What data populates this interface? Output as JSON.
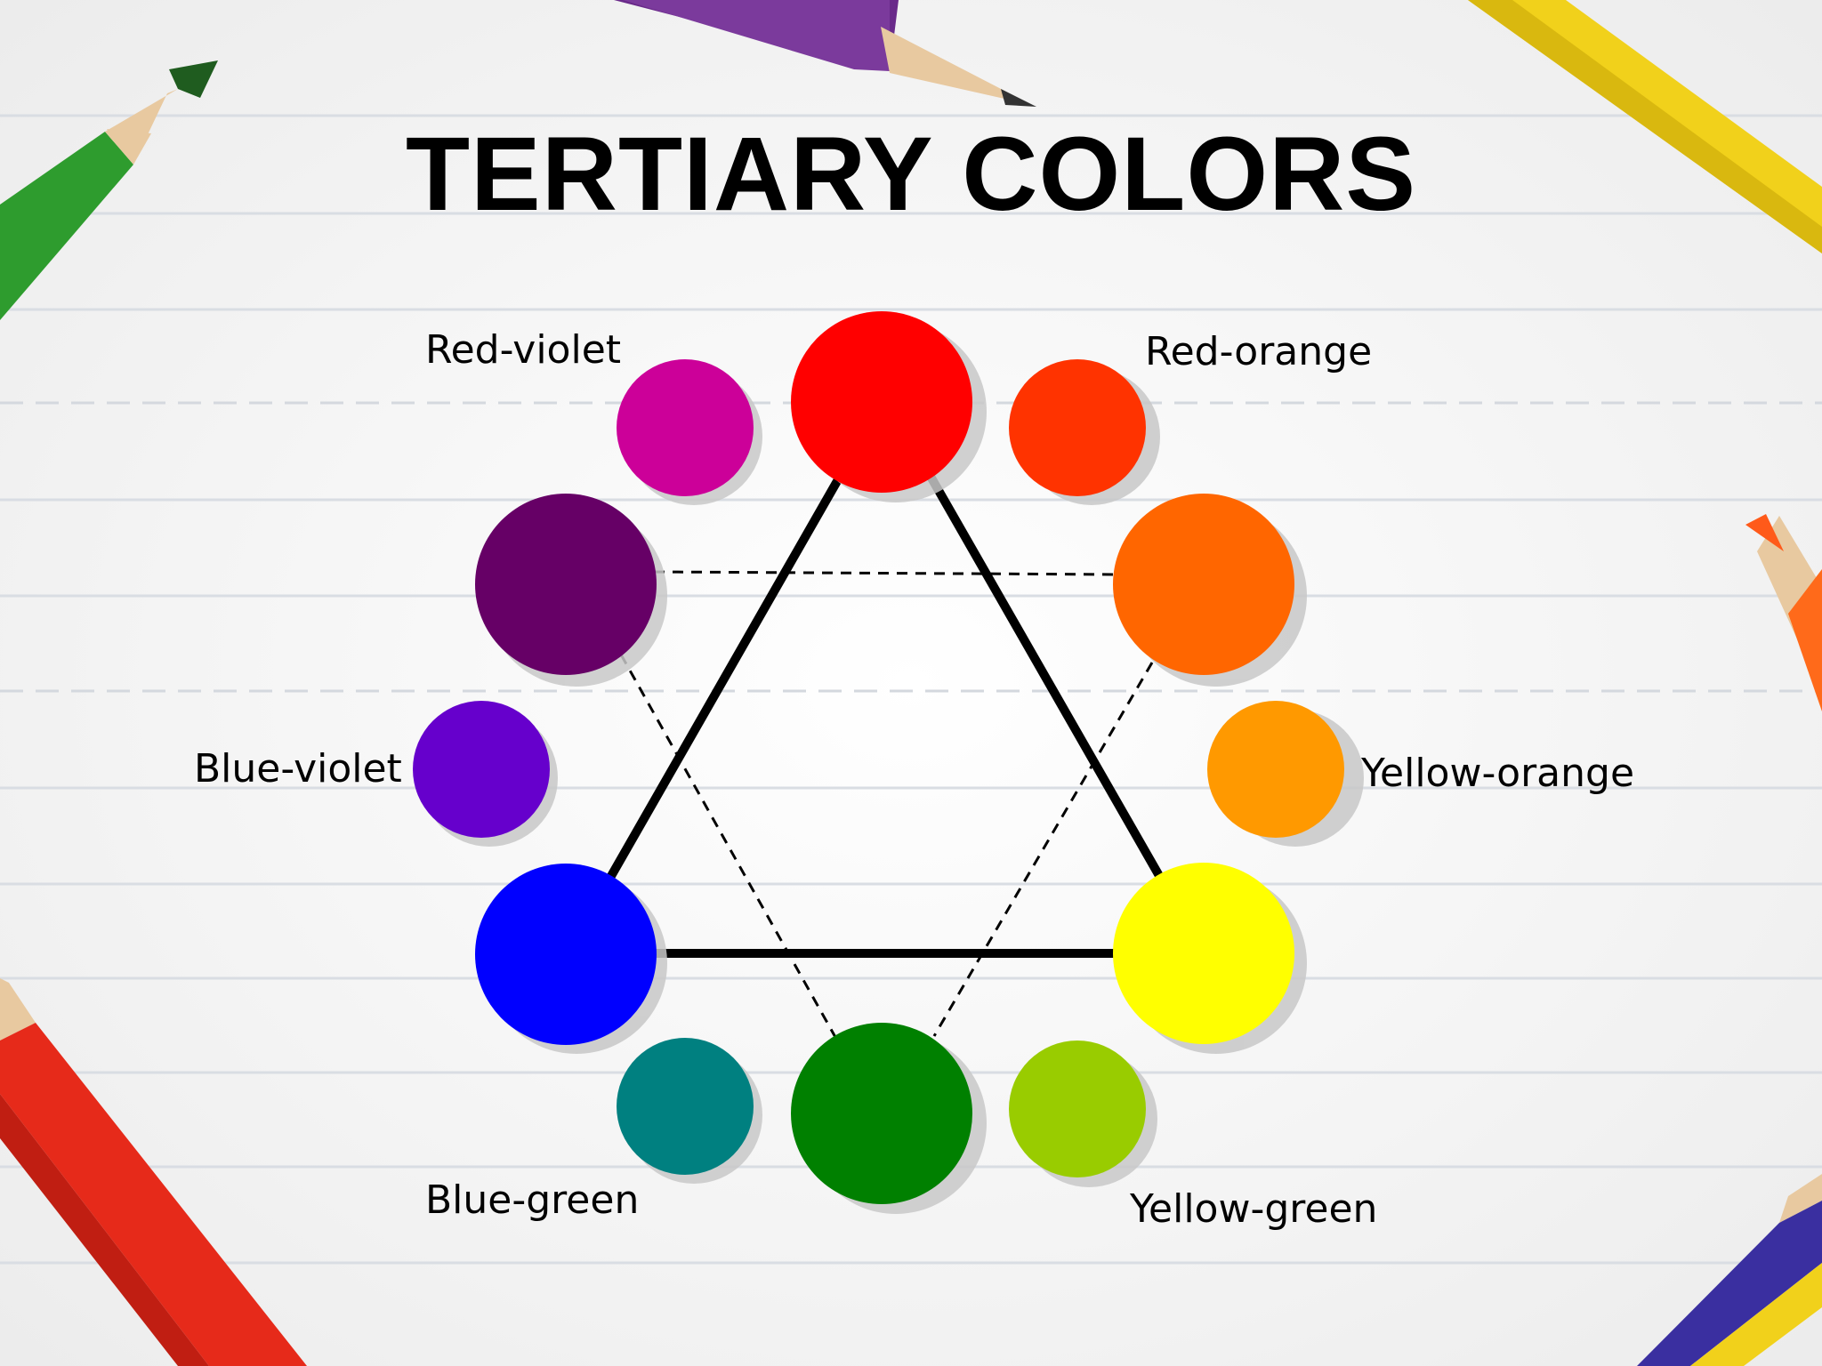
{
  "title": "TERTIARY COLORS",
  "labels": {
    "red_violet": "Red-violet",
    "red_orange": "Red-orange",
    "blue_violet": "Blue-violet",
    "yellow_orange": "Yellow-orange",
    "blue_green": "Blue-green",
    "yellow_green": "Yellow-green"
  },
  "colors": {
    "red": "#ff0000",
    "red_orange": "#ff3300",
    "orange": "#ff6600",
    "yellow_orange": "#ff9900",
    "yellow": "#ffff00",
    "yellow_green": "#99cc00",
    "green": "#008000",
    "blue_green": "#008080",
    "blue": "#0000ff",
    "blue_violet": "#6600cc",
    "violet": "#660066",
    "red_violet": "#cc0099"
  },
  "pencils": [
    "purple",
    "green",
    "yellow",
    "orange",
    "red",
    "blue"
  ]
}
